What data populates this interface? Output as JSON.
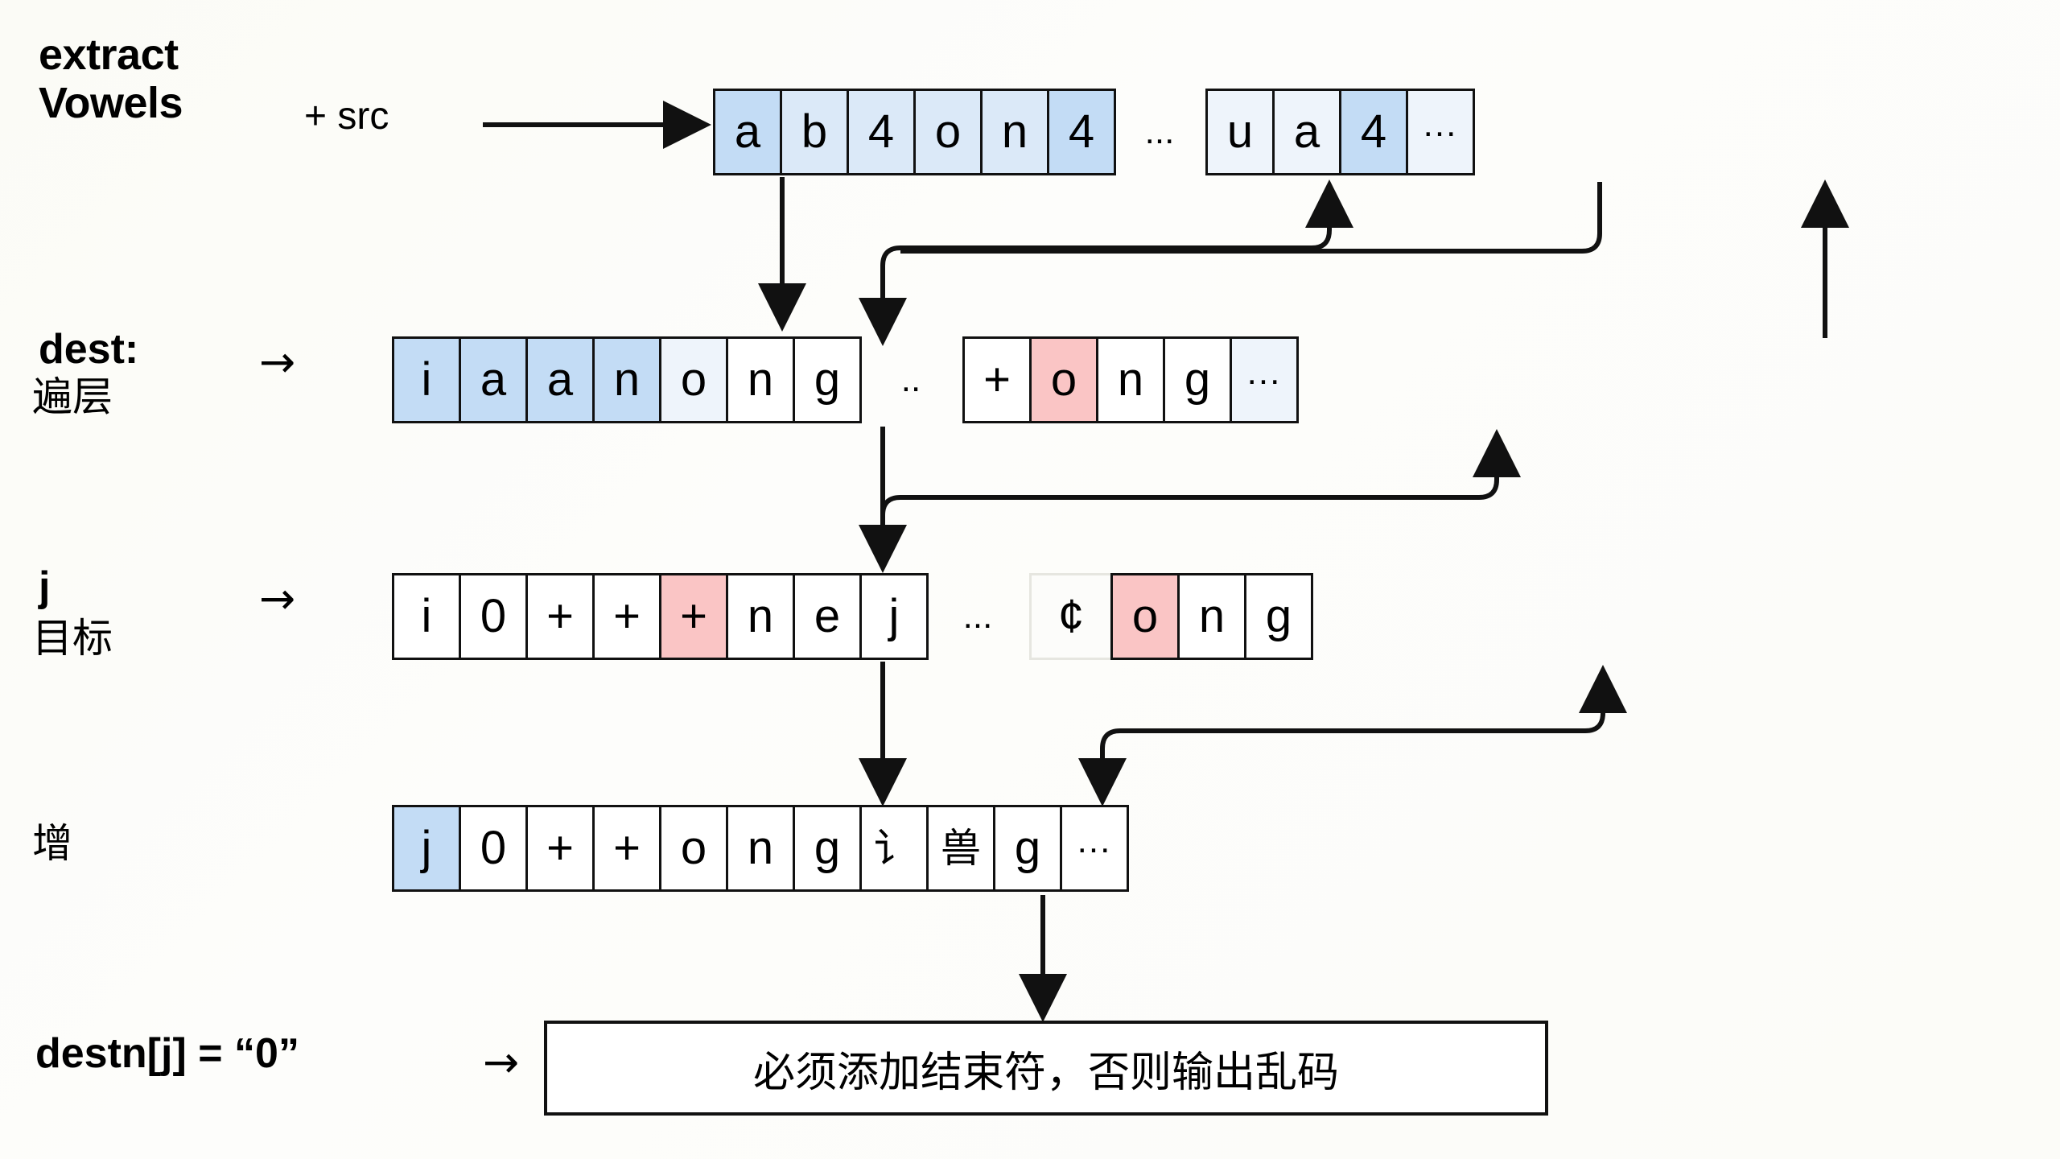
{
  "diagram": {
    "title_label": "extract\nVowels",
    "src_label": "+ src",
    "rows": [
      {
        "id": "src-row",
        "label": "",
        "groups": [
          {
            "cells": [
              {
                "text": "a",
                "fill": "blue"
              },
              {
                "text": "b",
                "fill": "blue-lt"
              },
              {
                "text": "4",
                "fill": "blue-lt"
              },
              {
                "text": "o",
                "fill": "blue-lt"
              },
              {
                "text": "n",
                "fill": "blue-lt"
              },
              {
                "text": "4",
                "fill": "blue"
              }
            ]
          },
          {
            "ellipsis": "..."
          },
          {
            "cells": [
              {
                "text": "u",
                "fill": "blue-pale"
              },
              {
                "text": "a",
                "fill": "blue-pale"
              },
              {
                "text": "4",
                "fill": "blue"
              },
              {
                "text": "...",
                "fill": "blue-pale"
              }
            ]
          }
        ]
      },
      {
        "id": "dest-row",
        "label": "dest:",
        "label_cn": "遍层",
        "groups": [
          {
            "cells": [
              {
                "text": "i",
                "fill": "blue"
              },
              {
                "text": "a",
                "fill": "blue"
              },
              {
                "text": "a",
                "fill": "blue"
              },
              {
                "text": "n",
                "fill": "blue"
              },
              {
                "text": "o",
                "fill": "blue-pale"
              },
              {
                "text": "n",
                "fill": "white"
              },
              {
                "text": "g",
                "fill": "white"
              }
            ]
          },
          {
            "ellipsis": ".."
          },
          {
            "cells": [
              {
                "text": "+",
                "fill": "white"
              },
              {
                "text": "o",
                "fill": "pink"
              },
              {
                "text": "n",
                "fill": "white"
              },
              {
                "text": "g",
                "fill": "white"
              },
              {
                "text": "...",
                "fill": "blue-pale"
              }
            ]
          }
        ]
      },
      {
        "id": "j-row",
        "label": "j",
        "label_cn": "目标",
        "groups": [
          {
            "cells": [
              {
                "text": "i",
                "fill": "white"
              },
              {
                "text": "0",
                "fill": "white"
              },
              {
                "text": "+",
                "fill": "white"
              },
              {
                "text": "+",
                "fill": "white"
              },
              {
                "text": "+",
                "fill": "pink"
              },
              {
                "text": "n",
                "fill": "white"
              },
              {
                "text": "e",
                "fill": "white"
              },
              {
                "text": "j",
                "fill": "white"
              }
            ]
          },
          {
            "ellipsis": "..."
          },
          {
            "cells": [
              {
                "text": "¢",
                "fill": "ghost"
              },
              {
                "text": "o",
                "fill": "pink"
              },
              {
                "text": "n",
                "fill": "white"
              },
              {
                "text": "g",
                "fill": "white"
              }
            ]
          }
        ]
      },
      {
        "id": "zeng-row",
        "label_cn": "增",
        "groups": [
          {
            "cells": [
              {
                "text": "j",
                "fill": "blue"
              },
              {
                "text": "0",
                "fill": "white"
              },
              {
                "text": "+",
                "fill": "white"
              },
              {
                "text": "+",
                "fill": "white"
              },
              {
                "text": "o",
                "fill": "white"
              },
              {
                "text": "n",
                "fill": "white"
              },
              {
                "text": "g",
                "fill": "white"
              },
              {
                "text": "讠",
                "fill": "white"
              },
              {
                "text": "兽",
                "fill": "white"
              },
              {
                "text": "g",
                "fill": "white"
              },
              {
                "text": "...",
                "fill": "white"
              }
            ]
          }
        ]
      }
    ],
    "footer": {
      "expression": "destn[j] = “0”",
      "arrow": "→",
      "message": "必须添加结束符，否则输出乱码"
    },
    "inline_arrows": {
      "to_src": "→",
      "to_dest": "→",
      "to_j": "→"
    }
  },
  "colors": {
    "blue": "#c3dcf5",
    "blue_light": "#dbe9f8",
    "blue_pale": "#eef4fb",
    "pink": "#fac5c5",
    "stroke": "#111111",
    "background": "#fdfdfa"
  }
}
